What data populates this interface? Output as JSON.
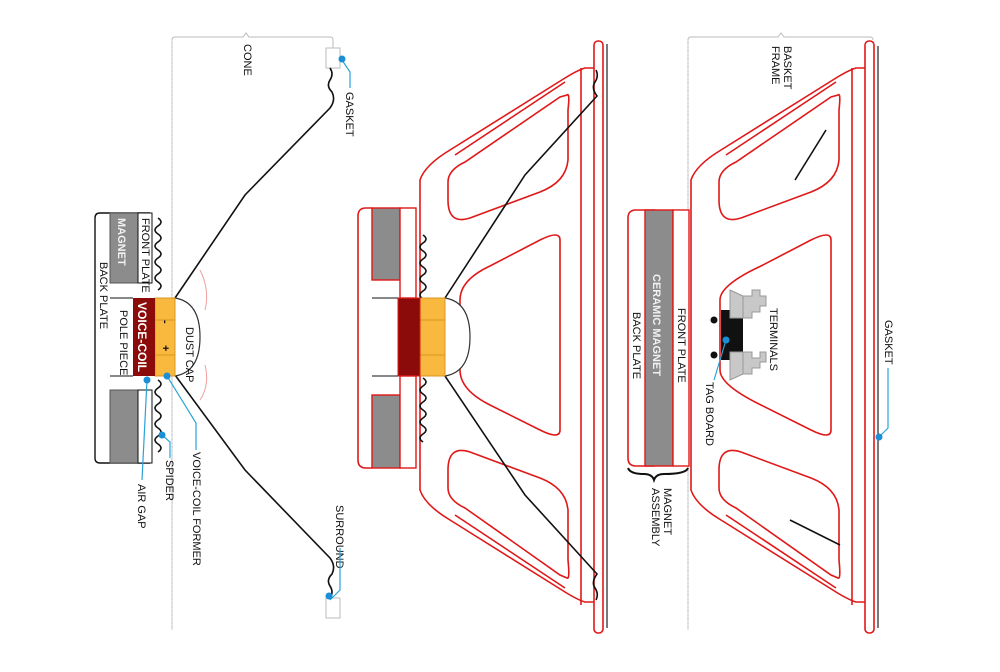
{
  "title": "Loudspeaker driver anatomy",
  "panels": [
    {
      "name": "cone-assembly",
      "labels": {
        "cone": "CONE",
        "gasket": "GASKET",
        "surround": "SURROUND",
        "dust_cap": "DUST CAP",
        "voice_coil": "VOICE-COIL",
        "voice_coil_former": "VOICE-COIL FORMER",
        "spider": "SPIDER",
        "air_gap": "AIR GAP",
        "magnet": "MAGNET",
        "front_plate": "FRONT PLATE",
        "back_plate": "BACK PLATE",
        "pole_piece": "POLE PIECE",
        "minus": "-",
        "plus": "+"
      }
    },
    {
      "name": "assembled-driver",
      "labels": {}
    },
    {
      "name": "basket-and-magnet",
      "labels": {
        "basket_frame_line1": "BASKET",
        "basket_frame_line2": "FRAME",
        "gasket": "GASKET",
        "terminals": "TERMINALS",
        "tag_board": "TAG BOARD",
        "ceramic_magnet": "CERAMIC MAGNET",
        "front_plate": "FRONT PLATE",
        "back_plate": "BACK PLATE",
        "magnet_assembly_line1": "MAGNET",
        "magnet_assembly_line2": "ASSEMBLY",
        "minus": "-",
        "plus": "+"
      }
    }
  ],
  "colors": {
    "basket": "#e01818",
    "magnet": "#8c8c8c",
    "voice_coil": "#8b0a0a",
    "former": "#f9b93e",
    "leader": "#2aa4d8",
    "terminal": "#c8c8c8"
  }
}
